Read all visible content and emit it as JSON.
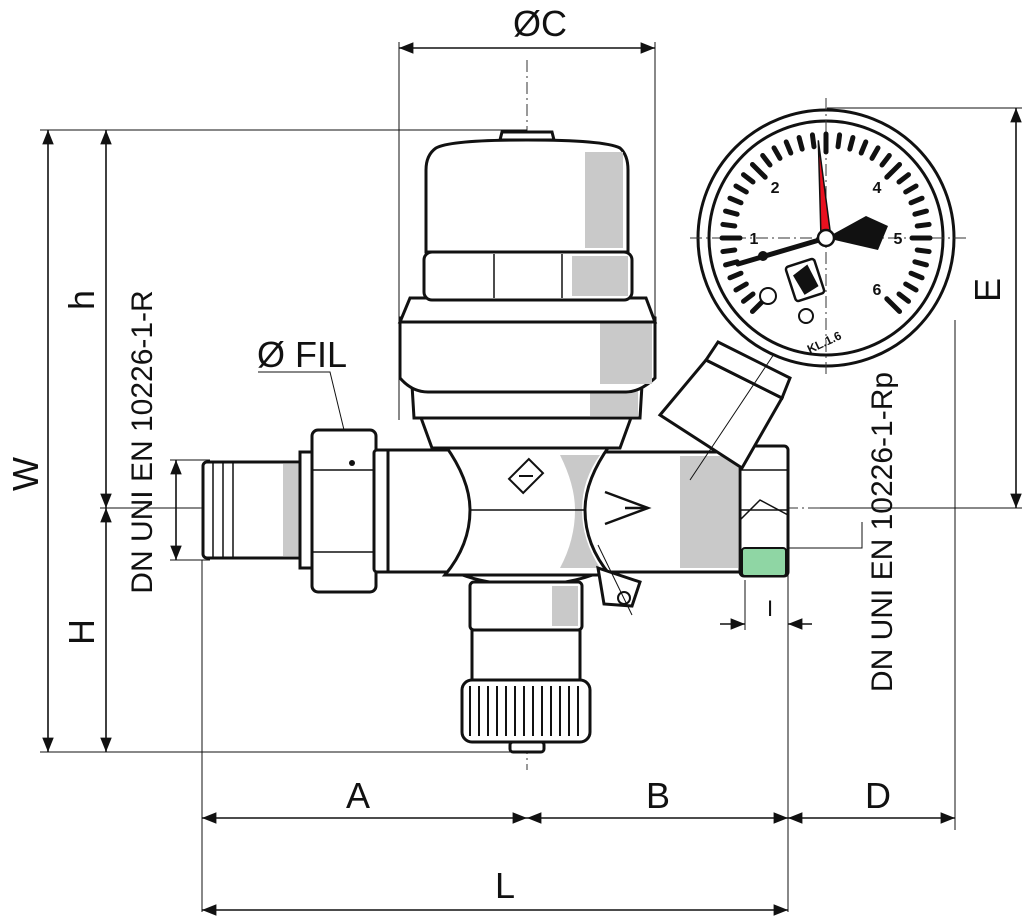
{
  "labels": {
    "oc": "ØC",
    "fil": "Ø FIL",
    "w": "W",
    "h_upper": "h",
    "h_lower": "H",
    "e": "E",
    "a": "A",
    "b": "B",
    "d": "D",
    "l": "L",
    "i": "I",
    "thread_left": "DN UNI EN 10226-1-R",
    "thread_right": "DN UNI EN 10226-1-Rp",
    "gauge_mark": "KL.1.6"
  },
  "gauge": {
    "numbers": [
      "1",
      "2",
      "4",
      "5",
      "6"
    ],
    "needle_value_bar": 2.9,
    "scale_min": 0,
    "scale_max": 6
  },
  "colors": {
    "needle": "#e8101f",
    "thread_highlight": "#8fd6a4"
  }
}
